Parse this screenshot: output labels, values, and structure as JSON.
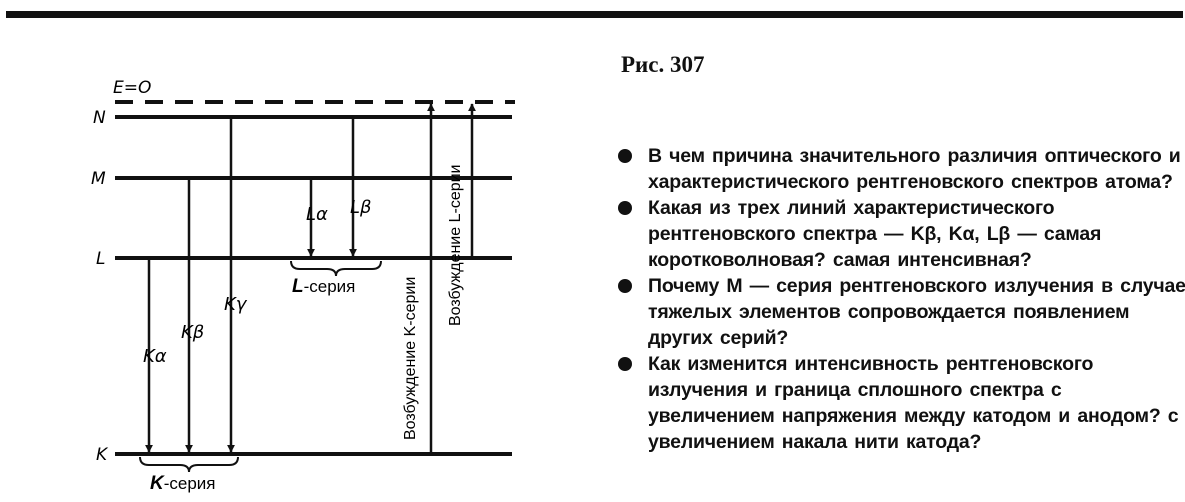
{
  "diagram": {
    "energy_zero_label": "E=O",
    "levels": [
      "N",
      "M",
      "L",
      "K"
    ],
    "lines": {
      "k_alpha": "Kα",
      "k_beta": "Kβ",
      "k_gamma": "Kγ",
      "l_alpha": "Lα",
      "l_beta": "Lβ"
    },
    "series": {
      "k_series_letter": "K",
      "l_series_letter": "L",
      "series_suffix": "-серия"
    },
    "excitation": {
      "k": "Возбуждение K-серии",
      "l": "Возбуждение L-серии"
    }
  },
  "figure_caption": "Рис. 307",
  "questions": [
    "В чем причина значительного различия оптического и характеристического рентгеновского спектров атома?",
    "Какая из трех линий характеристического рентгеновского спектра — Kβ, Kα, Lβ — самая коротковолновая? самая интенсивная?",
    "Почему M — серия рентгеновского излучения в случае тяжелых элементов сопровождается появлением других серий?",
    "Как изменится интенсивность рентгеновского излучения и граница сплошного спектра с увеличением напряжения между катодом и анодом? с увеличением накала нити катода?"
  ]
}
